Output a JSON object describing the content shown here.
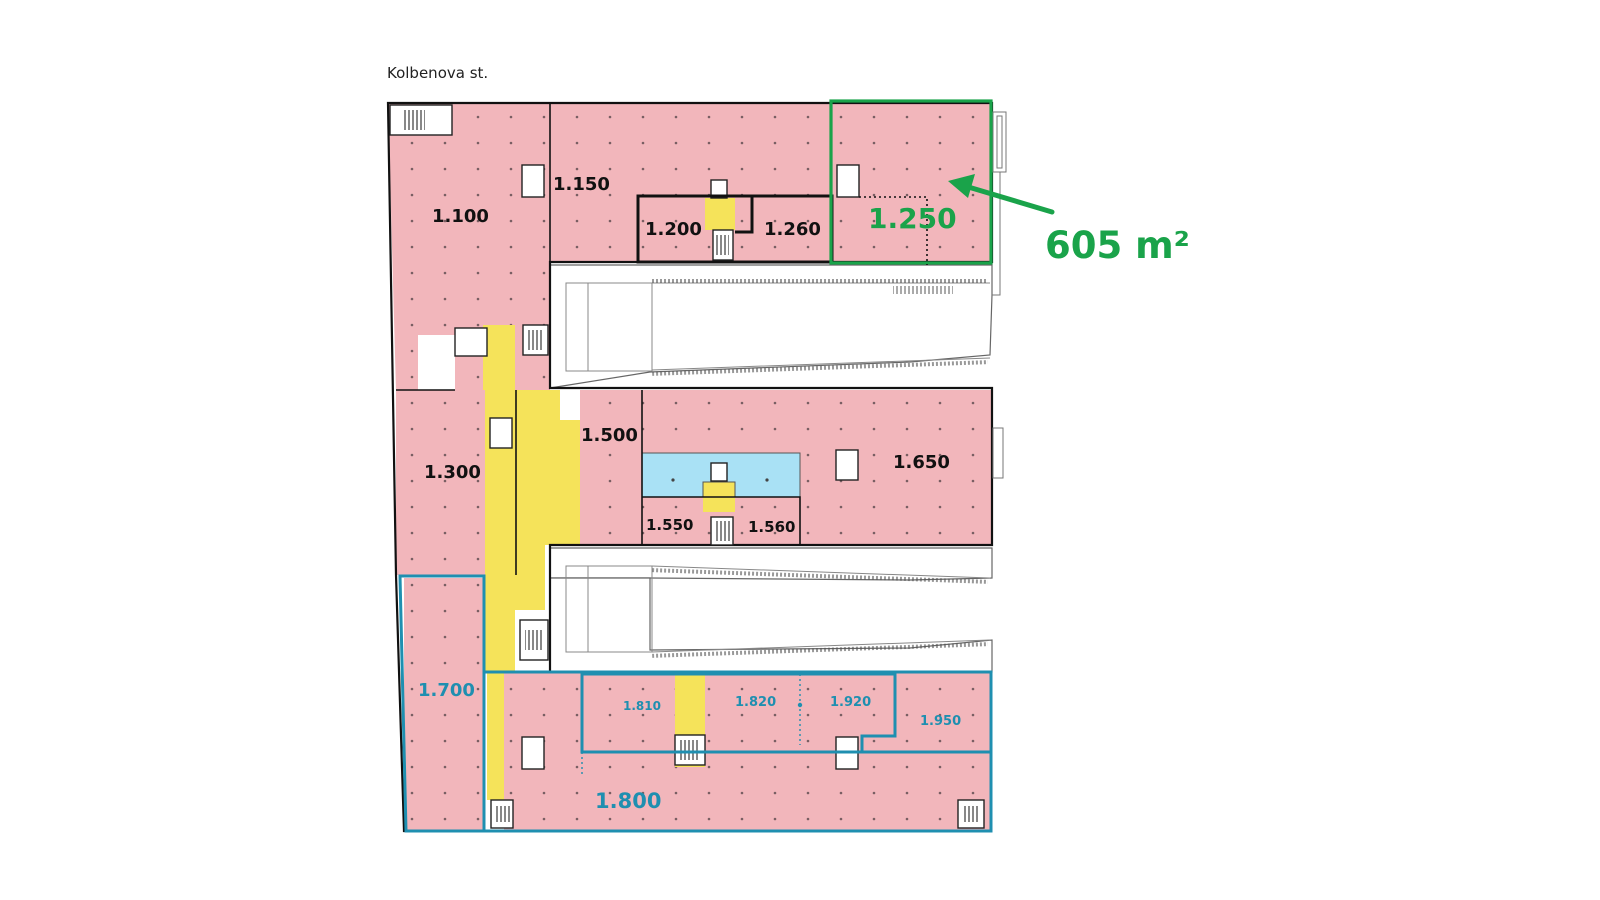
{
  "plan": {
    "street_label": "Kolbenova st.",
    "highlight": {
      "unit": "1.250",
      "area_label": "605 m²",
      "color": "#1aa34a"
    },
    "colors": {
      "office": "#f2b6bb",
      "core": "#f5e35a",
      "shared": "#a9e1f5",
      "wall": "#111111",
      "blue_outline": "#1f8fb0",
      "green_outline": "#1aa34a"
    },
    "units": {
      "u1100": "1.100",
      "u1150": "1.150",
      "u1200": "1.200",
      "u1260": "1.260",
      "u1250": "1.250",
      "u1300": "1.300",
      "u1500": "1.500",
      "u1650": "1.650",
      "u1550": "1.550",
      "u1560": "1.560",
      "u1700": "1.700",
      "u1810": "1.810",
      "u1820": "1.820",
      "u1920": "1.920",
      "u1950": "1.950",
      "u1800": "1.800"
    }
  }
}
